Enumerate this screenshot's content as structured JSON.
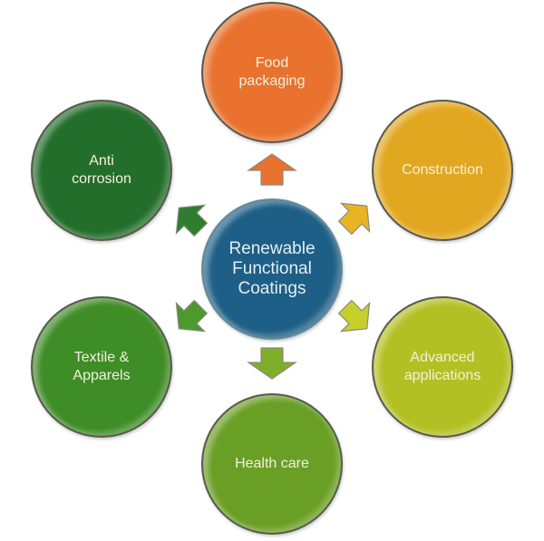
{
  "diagram": {
    "center": {
      "label": "Renewable\nFunctional\nCoatings",
      "color": "#1d5f86"
    },
    "nodes": [
      {
        "id": "food-packaging",
        "label": "Food\npackaging",
        "color": "#e8722e",
        "arrow_color": "#e8722e"
      },
      {
        "id": "construction",
        "label": "Construction",
        "color": "#e2a720",
        "arrow_color": "#e8b423"
      },
      {
        "id": "advanced-applications",
        "label": "Advanced\napplications",
        "color": "#b3c023",
        "arrow_color": "#c7cf2a"
      },
      {
        "id": "health-care",
        "label": "Health care",
        "color": "#6a9f25",
        "arrow_color": "#7fae2a"
      },
      {
        "id": "textile-apparels",
        "label": "Textile &\nApparels",
        "color": "#3f8d27",
        "arrow_color": "#4a9a2e"
      },
      {
        "id": "anti-corrosion",
        "label": "Anti\ncorrosion",
        "color": "#236e2a",
        "arrow_color": "#2e7d30"
      }
    ]
  }
}
